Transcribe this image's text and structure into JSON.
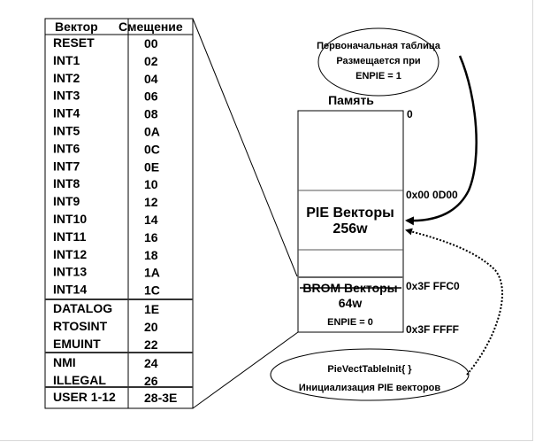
{
  "vector_table": {
    "header": {
      "vector": "Вектор",
      "offset": "Смещение"
    },
    "sections": [
      {
        "rows": [
          {
            "vector": "RESET",
            "offset": "00"
          },
          {
            "vector": "INT1",
            "offset": "02"
          },
          {
            "vector": "INT2",
            "offset": "04"
          },
          {
            "vector": "INT3",
            "offset": "06"
          },
          {
            "vector": "INT4",
            "offset": "08"
          },
          {
            "vector": "INT5",
            "offset": "0A"
          },
          {
            "vector": "INT6",
            "offset": "0C"
          },
          {
            "vector": "INT7",
            "offset": "0E"
          },
          {
            "vector": "INT8",
            "offset": "10"
          },
          {
            "vector": "INT9",
            "offset": "12"
          },
          {
            "vector": "INT10",
            "offset": "14"
          },
          {
            "vector": "INT11",
            "offset": "16"
          },
          {
            "vector": "INT12",
            "offset": "18"
          },
          {
            "vector": "INT13",
            "offset": "1A"
          },
          {
            "vector": "INT14",
            "offset": "1C"
          }
        ]
      },
      {
        "rows": [
          {
            "vector": "DATALOG",
            "offset": "1E"
          },
          {
            "vector": "RTOSINT",
            "offset": "20"
          },
          {
            "vector": "EMUINT",
            "offset": "22"
          }
        ]
      },
      {
        "rows": [
          {
            "vector": "NMI",
            "offset": "24"
          },
          {
            "vector": "ILLEGAL",
            "offset": "26"
          }
        ]
      },
      {
        "rows": [
          {
            "vector": "USER 1-12",
            "offset": "28-3E"
          }
        ]
      }
    ]
  },
  "memory": {
    "title": "Память",
    "pie_block": {
      "line1": "PIE Векторы",
      "line2": "256w"
    },
    "brom_block": {
      "line1": "BROM Векторы",
      "line2": "64w",
      "line3": "ENPIE = 0"
    },
    "addresses": {
      "start": "0",
      "pie": "0x00 0D00",
      "brom": "0x3F FFC0",
      "end": "0x3F FFFF"
    }
  },
  "callouts": {
    "top": {
      "line1": "Первоначальная таблица",
      "line2": "Размещается при",
      "line3": "ENPIE = 1"
    },
    "bottom": {
      "line1": "PieVectTableInit{ }",
      "line2": "Инициализация PIE векторов"
    }
  }
}
